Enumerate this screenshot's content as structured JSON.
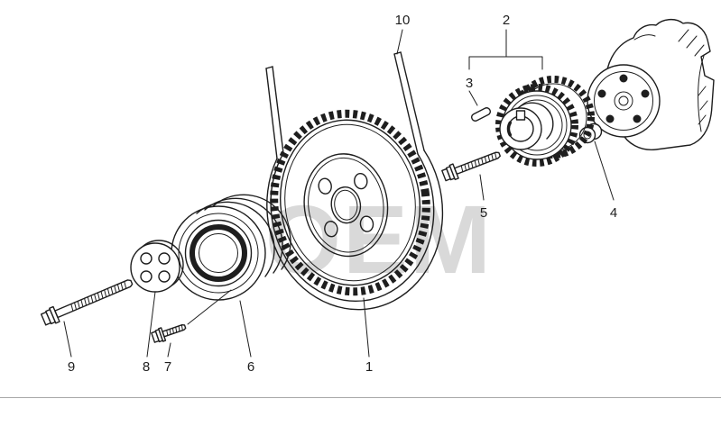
{
  "colors": {
    "line": "#1e1e1e",
    "watermark": "#d9d9d9",
    "rule": "#a8a8a8",
    "background": "#ffffff"
  },
  "watermark": {
    "text": "OEM"
  },
  "callouts": {
    "c1": "1",
    "c2": "2",
    "c3": "3",
    "c4": "4",
    "c5": "5",
    "c6": "6",
    "c7": "7",
    "c8": "8",
    "c9": "9",
    "c10": "10"
  }
}
